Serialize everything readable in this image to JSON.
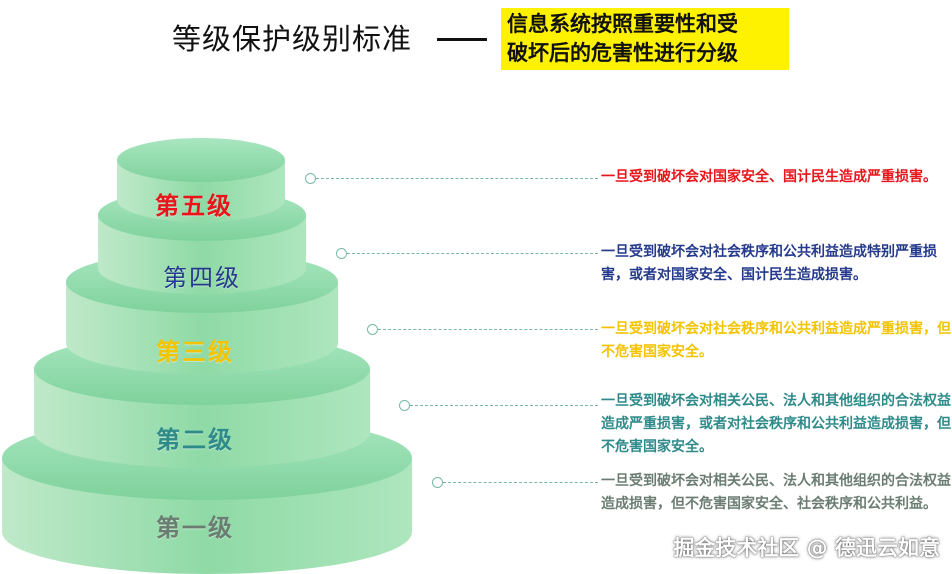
{
  "header": {
    "title": "等级保护级别标准",
    "highlight_line1": "信息系统按照重要性和受",
    "highlight_line2": "破坏后的危害性进行分级",
    "highlight_color": "#fff200"
  },
  "tiers": [
    {
      "label": "第五级",
      "color": "#e8151b",
      "desc": "一旦受到破坏会对国家安全、国计民生造成严重损害。"
    },
    {
      "label": "第四级",
      "color": "#253a8c",
      "desc": "一旦受到破坏会对社会秩序和公共利益造成特别严重损害，或者对国家安全、国计民生造成损害。"
    },
    {
      "label": "第三级",
      "color": "#f4c300",
      "desc": "一旦受到破坏会对社会秩序和公共利益造成严重损害，但不危害国家安全。"
    },
    {
      "label": "第二级",
      "color": "#2f8a8a",
      "desc": "一旦受到破坏会对相关公民、法人和其他组织的合法权益造成严重损害，或者对社会秩序和公共利益造成损害，但不危害国家安全。"
    },
    {
      "label": "第一级",
      "color": "#6b7d73",
      "desc": "一旦受到破坏会对相关公民、法人和其他组织的合法权益造成损害，但不危害国家安全、社会秩序和公共利益。"
    }
  ],
  "watermark": "掘金技术社区 @ 德迅云如意"
}
